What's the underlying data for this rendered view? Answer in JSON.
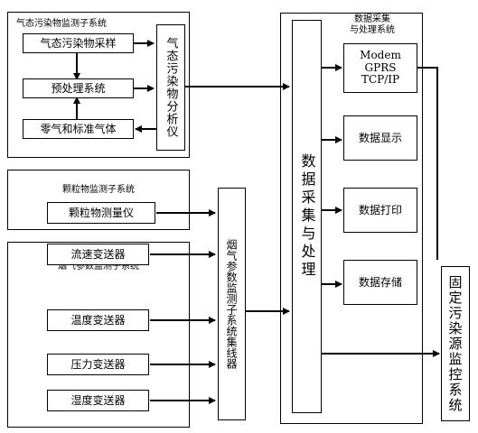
{
  "gas_subsystem": {
    "title": "气态污染物监测子系统",
    "sampling": "气态污染物采样",
    "pretreatment": "预处理系统",
    "zero_gas": "零气和标准气体",
    "analyzer": "气态污染物分析仪"
  },
  "particle_subsystem": {
    "title": "颗粒物监测子系统",
    "meter": "颗粒物测量仪"
  },
  "flue_subsystem": {
    "title": "烟气参数监测子系统",
    "flow": "流速变送器",
    "temperature": "温度变送器",
    "pressure": "压力变送器",
    "humidity": "湿度变送器"
  },
  "concentrator": "烟气参数监测子系统集线器",
  "daq_system": {
    "title": "数据采集\n与处理系统",
    "core": "数据采集与处理",
    "modem": "Modem\nGPRS\nTCP/IP",
    "display": "数据显示",
    "print": "数据打印",
    "storage": "数据存储"
  },
  "monitoring_system": "固定污染源监控系统",
  "colors": {
    "line": "#000000",
    "background": "#ffffff"
  }
}
